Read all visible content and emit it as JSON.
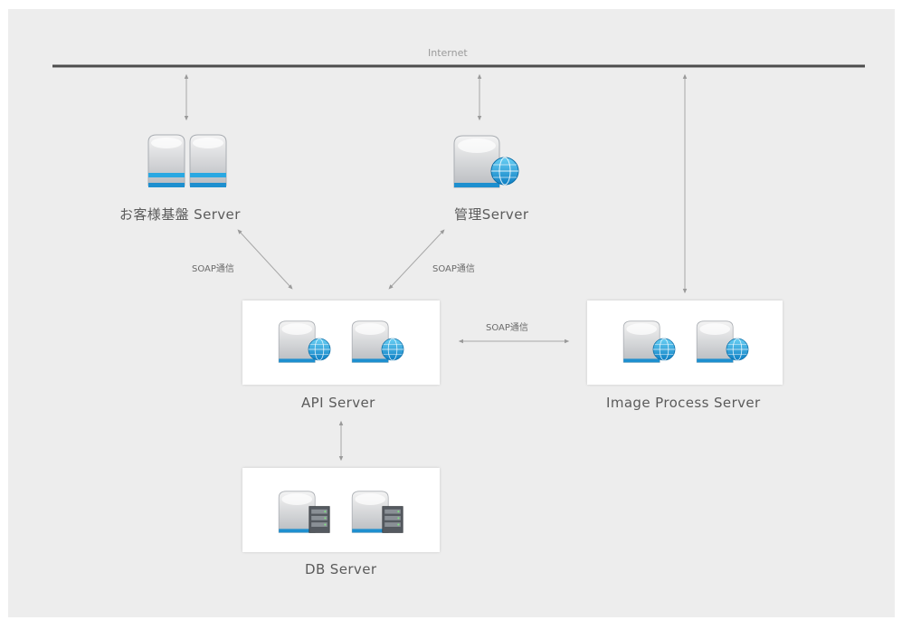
{
  "diagram": {
    "network_label": "Internet",
    "servers": {
      "customer": "お客様基盤 Server",
      "admin": "管理Server",
      "api": "API Server",
      "image": "Image Process Server",
      "db": "DB Server"
    },
    "links": {
      "customer_api": "SOAP通信",
      "admin_api": "SOAP通信",
      "api_image": "SOAP通信"
    }
  }
}
